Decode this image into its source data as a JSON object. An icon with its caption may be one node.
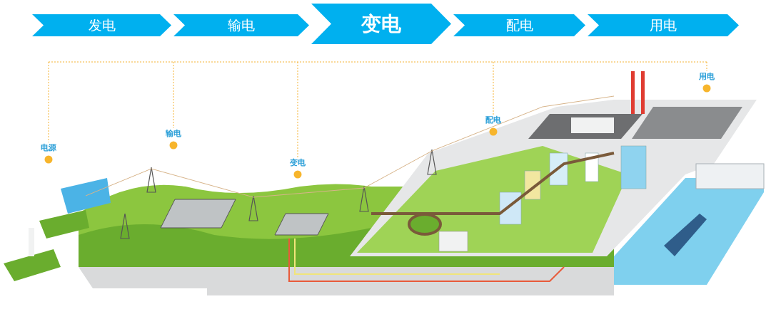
{
  "diagram": {
    "nodes": [
      {
        "text": [
          "发电"
        ]
      },
      {
        "text": [
          "输电"
        ]
      },
      {
        "text": [
          "变电"
        ]
      },
      {
        "text": [
          "配电"
        ]
      },
      {
        "text": [
          "用电"
        ]
      }
    ],
    "labels": [
      "电源",
      "输电",
      "变电",
      "配电",
      "用电"
    ]
  }
}
